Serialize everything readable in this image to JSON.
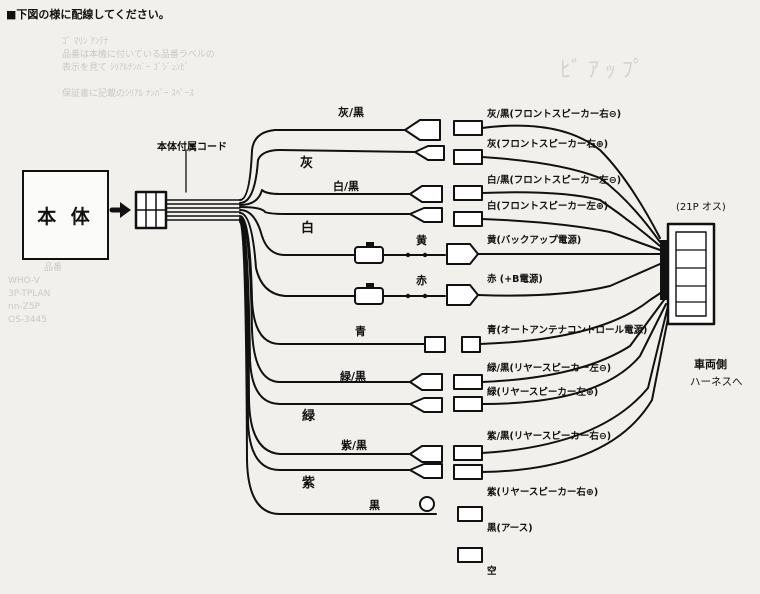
{
  "instruction": "■下図の様に配線してください。",
  "main_unit_label": "本 体",
  "unit_cord_label": "本体付属コード",
  "harness_pin_label": "(21P オス)",
  "vehicle_side_label": "車両側",
  "harness_label": "ハーネスへ",
  "wires": {
    "gray_black": "灰/黒",
    "gray": "灰",
    "white_black": "白/黒",
    "white": "白",
    "yellow": "黄",
    "red": "赤",
    "blue": "青",
    "green_black": "緑/黒",
    "green": "緑",
    "purple_black": "紫/黒",
    "purple": "紫",
    "black": "黒"
  },
  "right_labels": {
    "front_right_neg": "灰/黒(フロントスピーカー右⊖)",
    "front_right_pos": "灰(フロントスピーカー右⊕)",
    "front_left_neg": "白/黒(フロントスピーカー左⊖)",
    "front_left_pos": "白(フロントスピーカー左⊕)",
    "backup_power": "黄(バックアップ電源)",
    "plus_b_power": "赤 (+B電源)",
    "auto_antenna": "青(オートアンテナコントロール電源)",
    "rear_left_neg": "緑/黒(リヤースピーカー左⊖)",
    "rear_left_pos": "緑(リヤースピーカー左⊕)",
    "rear_right_neg": "紫/黒(リヤースピーカー右⊖)",
    "rear_right_pos": "紫(リヤースピーカー右⊕)",
    "ground": "黒(アース)",
    "empty_pin": "空"
  },
  "colors": {
    "ink": "#111111",
    "paper": "#f1f0ec",
    "bleed_text": "#c9c8c4"
  }
}
